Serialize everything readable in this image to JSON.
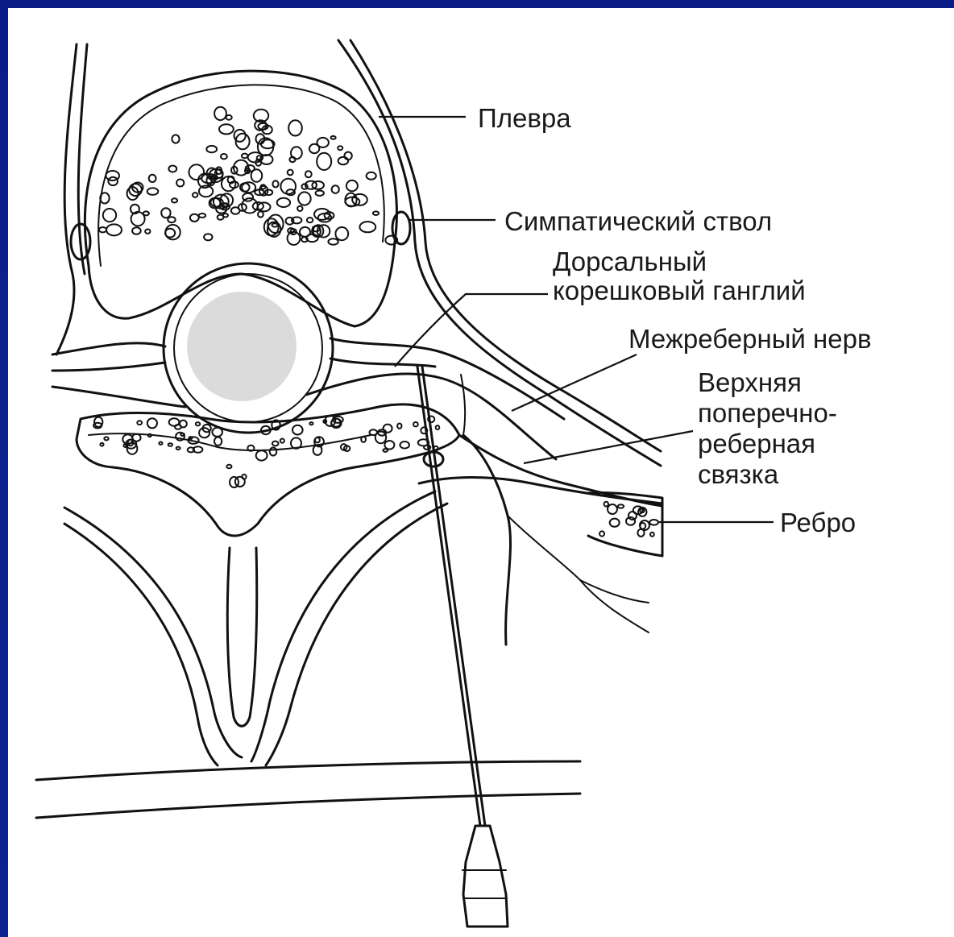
{
  "labels": {
    "pleura": "Плевра",
    "sympathetic_trunk": "Симпатический ствол",
    "drg_line1": "Дорсальный",
    "drg_line2": "корешковый ганглий",
    "intercostal_nerve": "Межреберный нерв",
    "ligament_line1": "Верхняя",
    "ligament_line2": "поперечно-",
    "ligament_line3": "реберная",
    "ligament_line4": "связка",
    "rib": "Ребро"
  },
  "colors": {
    "background": "#0a1f8f",
    "panel": "#ffffff",
    "ink": "#111111"
  }
}
